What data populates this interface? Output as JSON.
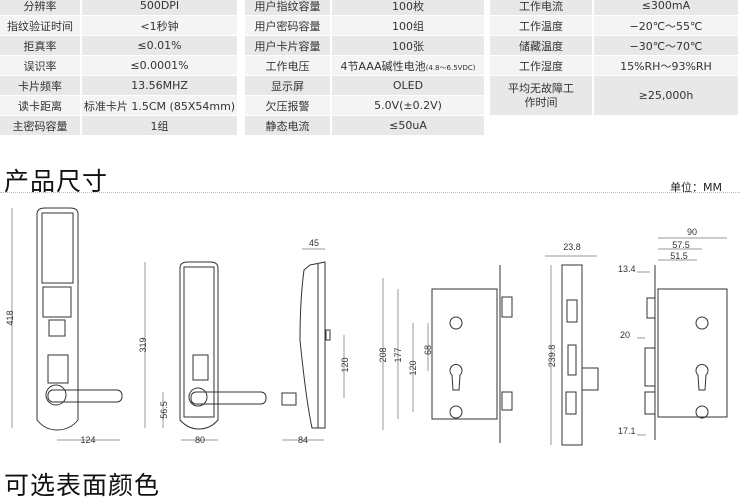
{
  "specs": {
    "left": [
      {
        "label": "分辨率",
        "value": "500DPI"
      },
      {
        "label": "指纹验证时间",
        "value": "<1秒钟"
      },
      {
        "label": "拒真率",
        "value": "≤0.01%"
      },
      {
        "label": "误识率",
        "value": "≤0.0001%"
      },
      {
        "label": "卡片频率",
        "value": "13.56MHZ"
      },
      {
        "label": "读卡距离",
        "value": "标准卡片 1.5CM (85X54mm)"
      },
      {
        "label": "主密码容量",
        "value": "1组"
      }
    ],
    "middle": [
      {
        "label": "用户指纹容量",
        "value": "100枚"
      },
      {
        "label": "用户密码容量",
        "value": "100组"
      },
      {
        "label": "用户卡片容量",
        "value": "100张"
      },
      {
        "label": "工作电压",
        "value": "4节AAA碱性电池",
        "note": "(4.8～6.5VDC)"
      },
      {
        "label": "显示屏",
        "value": "OLED"
      },
      {
        "label": "欠压报警",
        "value": "5.0V(±0.2V)"
      },
      {
        "label": "静态电流",
        "value": "≤50uA"
      }
    ],
    "right": [
      {
        "label": "工作电流",
        "value": "≤300mA"
      },
      {
        "label": "工作温度",
        "value": "−20℃～55℃"
      },
      {
        "label": "储藏温度",
        "value": "−30℃～70℃"
      },
      {
        "label": "工作湿度",
        "value": "15%RH～93%RH"
      },
      {
        "label": "平均无故障工作时间",
        "value": "≥25,000h"
      }
    ]
  },
  "dimensions_section": {
    "title": "产品尺寸",
    "unit": "单位：MM",
    "front": {
      "height": "418",
      "width": "124"
    },
    "back": {
      "height": "319",
      "handle_height": "56.5",
      "width": "80"
    },
    "side": {
      "top": "45",
      "spindle": "120",
      "depth": "84"
    },
    "mortise": {
      "h208": "208",
      "h177": "177",
      "h120": "120",
      "h68": "68"
    },
    "faceplate": {
      "width": "23.8",
      "height": "239.8"
    },
    "mortise_side": {
      "d90": "90",
      "d57": "57.5",
      "d51": "51.5",
      "d13": "13.4",
      "d20": "20",
      "d17": "17.1"
    }
  },
  "next_section": {
    "title": "可选表面颜色"
  }
}
